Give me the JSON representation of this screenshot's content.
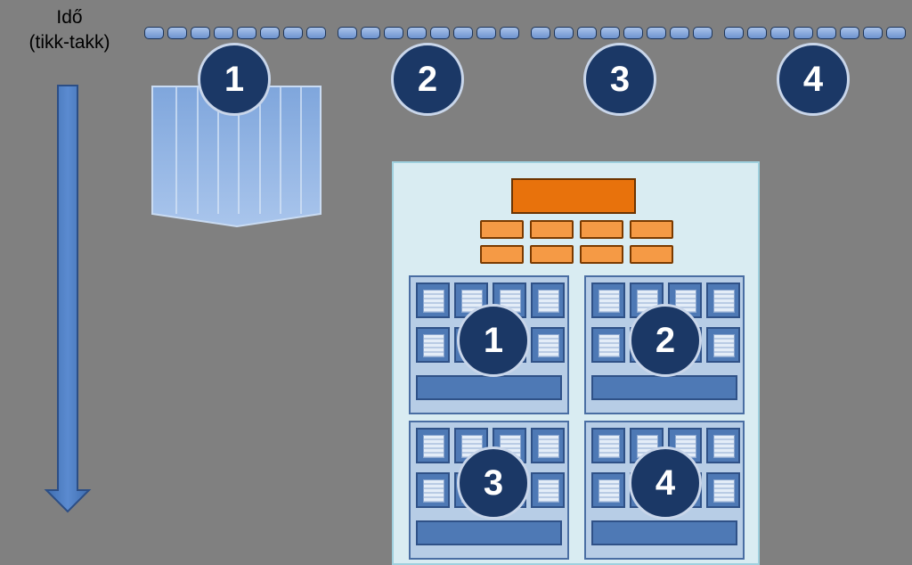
{
  "time_axis": {
    "line1": "Idő",
    "line2": "(tikk-takk)"
  },
  "threads": [
    {
      "label": "1"
    },
    {
      "label": "2"
    },
    {
      "label": "3"
    },
    {
      "label": "4"
    }
  ],
  "cores": [
    {
      "label": "1"
    },
    {
      "label": "2"
    },
    {
      "label": "3"
    },
    {
      "label": "4"
    }
  ],
  "colors": {
    "background": "#808080",
    "circle": "#1b3866",
    "arrow": "#4f7fc0",
    "orange": "#e8720c",
    "chip": "#d9ecf2"
  }
}
